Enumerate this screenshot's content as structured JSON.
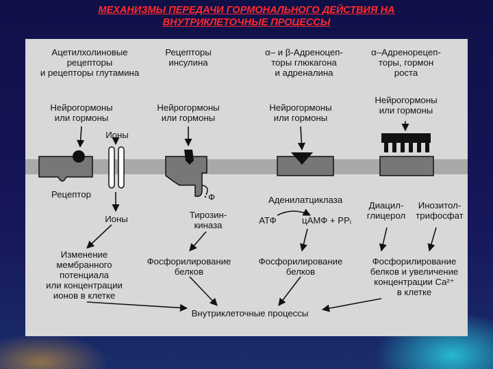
{
  "slide": {
    "title_line1": "МЕХАНИЗМЫ ПЕРЕДАЧИ ГОРМОНАЛЬНОГО ДЕЙСТВИЯ  НА",
    "title_line2": "ВНУТРИКЛЕТОЧНЫЕ ПРОЦЕССЫ"
  },
  "diagram": {
    "col1": {
      "header_l1": "Ацетилхолиновые",
      "header_l2": "рецепторы",
      "header_l3": "и рецепторы глутамина",
      "signal_l1": "Нейрогормоны",
      "signal_l2": "или гормоны",
      "ions_top": "Ионы",
      "receptor": "Рецептор",
      "ions_bottom": "Ионы",
      "result_l1": "Изменение",
      "result_l2": "мембранного",
      "result_l3": "потенциала",
      "result_l4": "или концентрации",
      "result_l5": "ионов в клетке"
    },
    "col2": {
      "header_l1": "Рецепторы",
      "header_l2": "инсулина",
      "signal_l1": "Нейрогормоны",
      "signal_l2": "или гормоны",
      "phosphate": "Ф",
      "kinase_l1": "Тирозин-",
      "kinase_l2": "киназа",
      "result_l1": "Фосфорилирование",
      "result_l2": "белков"
    },
    "col3": {
      "header_l1": "α– и β-Адреноцеп-",
      "header_l2": "торы глюкагона",
      "header_l3": "и адреналина",
      "signal_l1": "Нейрогормоны",
      "signal_l2": "или гормоны",
      "enzyme": "Аденилатциклаза",
      "atp": "АТФ",
      "camp": "цАМФ + РРᵢ",
      "result_l1": "Фосфорилирование",
      "result_l2": "белков"
    },
    "col4": {
      "header_l1": "α–Адренорецеп-",
      "header_l2": "торы, гормон",
      "header_l3": "роста",
      "signal_l1": "Нейрогормоны",
      "signal_l2": "или гормоны",
      "dag_l1": "Диацил-",
      "dag_l2": "глицерол",
      "ip3_l1": "Инозитол-",
      "ip3_l2": "трифосфат",
      "result_l1": "Фосфорилирование",
      "result_l2": "белков и увеличение",
      "result_l3": "концентрации Ca²⁺",
      "result_l4": "в клетке"
    },
    "final": "Внутриклеточные процессы"
  }
}
